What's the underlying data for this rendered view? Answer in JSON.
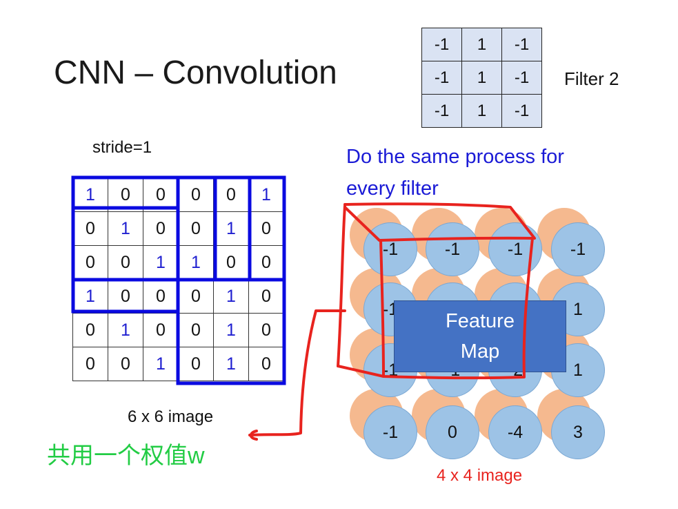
{
  "title": "CNN – Convolution",
  "filter": {
    "label": "Filter 2",
    "rows": [
      [
        "-1",
        "1",
        "-1"
      ],
      [
        "-1",
        "1",
        "-1"
      ],
      [
        "-1",
        "1",
        "-1"
      ]
    ]
  },
  "stride_label": "stride=1",
  "same_process": {
    "line1": "Do the same process for",
    "line2": "every filter"
  },
  "input_image": {
    "caption": "6 x 6 image",
    "rows": [
      [
        "1",
        "0",
        "0",
        "0",
        "0",
        "1"
      ],
      [
        "0",
        "1",
        "0",
        "0",
        "1",
        "0"
      ],
      [
        "0",
        "0",
        "1",
        "1",
        "0",
        "0"
      ],
      [
        "1",
        "0",
        "0",
        "0",
        "1",
        "0"
      ],
      [
        "0",
        "1",
        "0",
        "0",
        "1",
        "0"
      ],
      [
        "0",
        "0",
        "1",
        "0",
        "1",
        "0"
      ]
    ]
  },
  "shared_weight_note": "共用一个权值w",
  "feature_map": {
    "label_line1": "Feature",
    "label_line2": "Map",
    "caption": "4 x 4 image",
    "rows": [
      [
        "-1",
        "-1",
        "-1",
        "-1"
      ],
      [
        "-1",
        "",
        "",
        "1"
      ],
      [
        "-1",
        "-1",
        "-2",
        "1"
      ],
      [
        "-1",
        "0",
        "-4",
        "3"
      ]
    ]
  },
  "colors": {
    "blue_text": "#1a1ad6",
    "highlight_digit": "#1f1fd0",
    "grid_outline": "#0a0ae0",
    "handwriting": "#e8231e",
    "note_green": "#22cc44",
    "filter_cell": "#dae3f3",
    "front_circle": "#9dc3e6",
    "back_circle": "#f4b183",
    "feature_map_box": "#4472c4"
  }
}
